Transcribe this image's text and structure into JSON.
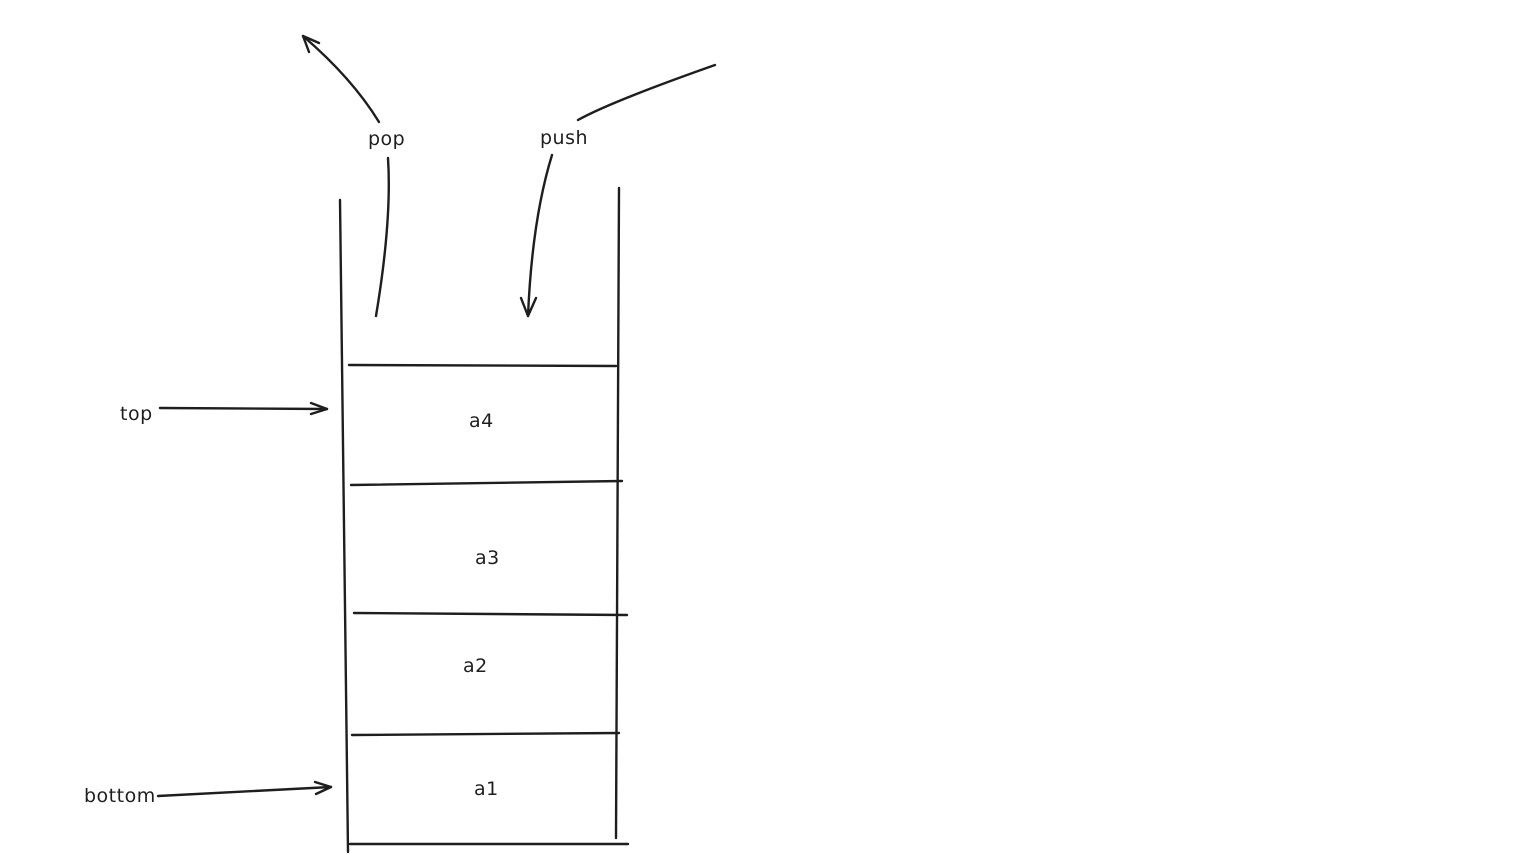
{
  "operations": {
    "pop": "pop",
    "push": "push"
  },
  "pointers": {
    "top": "top",
    "bottom": "bottom"
  },
  "stack": {
    "cells": [
      "a4",
      "a3",
      "a2",
      "a1"
    ]
  },
  "colors": {
    "ink": "#1e1e1e",
    "background": "#ffffff"
  }
}
